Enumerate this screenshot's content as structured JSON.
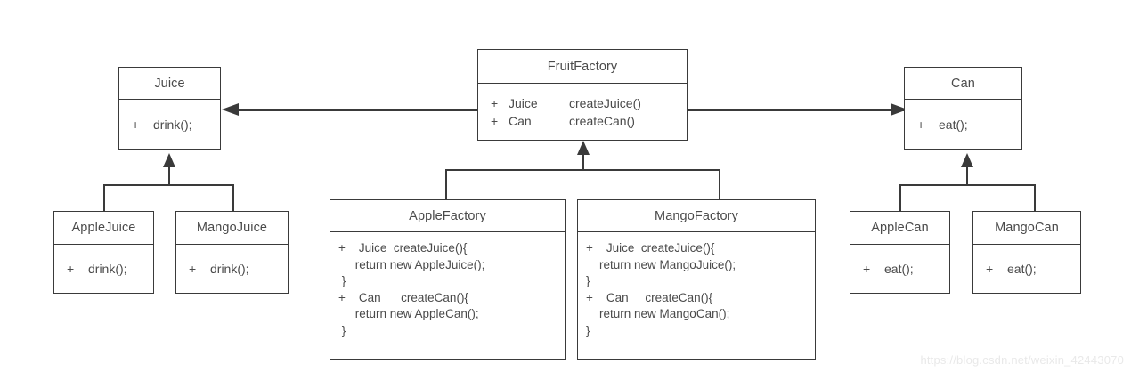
{
  "diagram": {
    "title": "Abstract Factory UML class diagram",
    "background_color": "#ffffff",
    "line_color": "#3a3a3a",
    "text_color": "#4a4a4a"
  },
  "classes": {
    "juice": {
      "name": "Juice",
      "members": [
        {
          "visibility": "+",
          "signature": "drink();"
        }
      ]
    },
    "fruit_factory": {
      "name": "FruitFactory",
      "members": [
        {
          "visibility": "+",
          "type": "Juice",
          "signature": "createJuice()"
        },
        {
          "visibility": "+",
          "type": "Can",
          "signature": "createCan()"
        }
      ]
    },
    "can": {
      "name": "Can",
      "members": [
        {
          "visibility": "+",
          "signature": "eat();"
        }
      ]
    },
    "apple_juice": {
      "name": "AppleJuice",
      "members": [
        {
          "visibility": "+",
          "signature": "drink();"
        }
      ]
    },
    "mango_juice": {
      "name": "MangoJuice",
      "members": [
        {
          "visibility": "+",
          "signature": "drink();"
        }
      ]
    },
    "apple_factory": {
      "name": "AppleFactory",
      "code_lines": [
        "+    Juice  createJuice(){",
        "     return new AppleJuice();",
        " }",
        "+    Can      createCan(){",
        "     return new AppleCan();",
        " }"
      ]
    },
    "mango_factory": {
      "name": "MangoFactory",
      "code_lines": [
        "+    Juice  createJuice(){",
        "    return new MangoJuice();",
        "}",
        "+    Can     createCan(){",
        "    return new MangoCan();",
        "}"
      ]
    },
    "apple_can": {
      "name": "AppleCan",
      "members": [
        {
          "visibility": "+",
          "signature": "eat();"
        }
      ]
    },
    "mango_can": {
      "name": "MangoCan",
      "members": [
        {
          "visibility": "+",
          "signature": "eat();"
        }
      ]
    }
  },
  "watermark": {
    "text": "https://blog.csdn.net/weixin_42443070"
  }
}
